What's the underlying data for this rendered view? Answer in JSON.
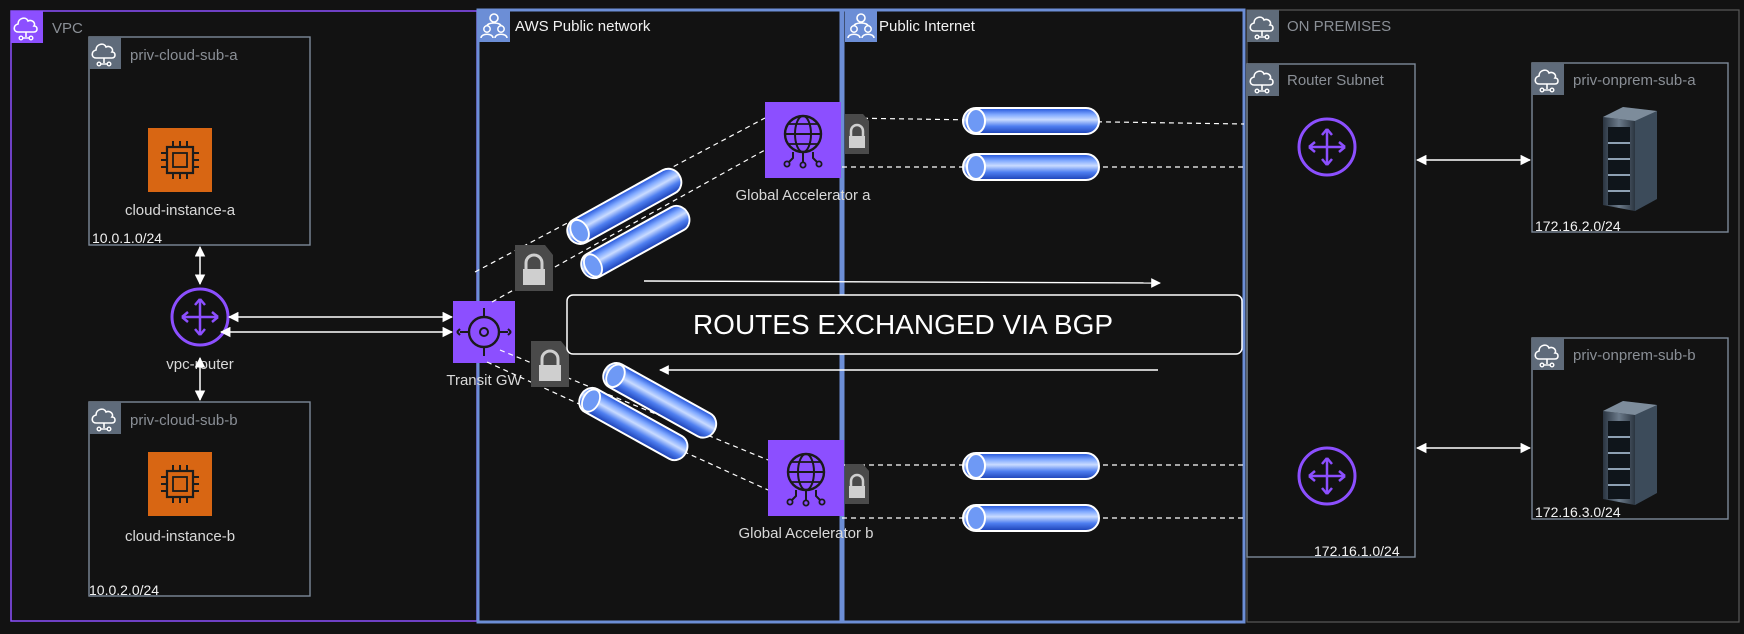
{
  "groups": {
    "vpc": "VPC",
    "aws_public": "AWS Public network",
    "public_internet": "Public Internet",
    "on_premises": "ON PREMISES"
  },
  "subnets": {
    "cloud_a": {
      "name": "priv-cloud-sub-a",
      "cidr": "10.0.1.0/24"
    },
    "cloud_b": {
      "name": "priv-cloud-sub-b",
      "cidr": "10.0.2.0/24"
    },
    "router": {
      "name": "Router Subnet",
      "cidr": "172.16.1.0/24"
    },
    "onprem_a": {
      "name": "priv-onprem-sub-a",
      "cidr": "172.16.2.0/24"
    },
    "onprem_b": {
      "name": "priv-onprem-sub-b",
      "cidr": "172.16.3.0/24"
    }
  },
  "nodes": {
    "instance_a": "cloud-instance-a",
    "instance_b": "cloud-instance-b",
    "vpc_router": "vpc-router",
    "transit_gw": "Transit GW",
    "accelerator_a": "Global Accelerator a",
    "accelerator_b": "Global Accelerator b"
  },
  "banner": "ROUTES EXCHANGED VIA BGP",
  "colors": {
    "vpc_border": "#8c4fff",
    "aws_border": "#6c8ed6",
    "subnet_border": "#7d8998",
    "ec2_orange": "#d86613",
    "network_purple": "#8c4fff",
    "tunnel_blue": "#5b8df0"
  }
}
